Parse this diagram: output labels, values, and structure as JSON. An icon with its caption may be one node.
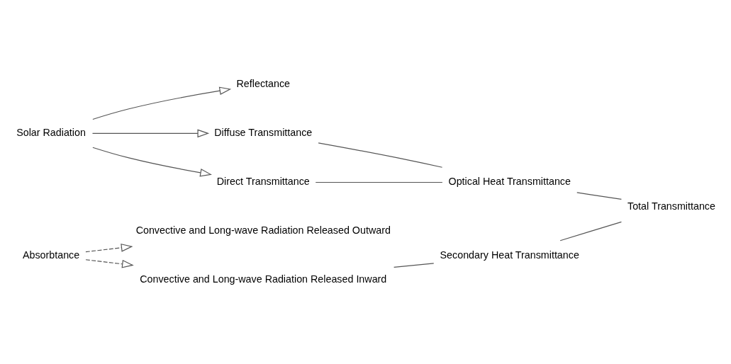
{
  "diagram": {
    "nodes": [
      {
        "text": [
          "Solar Radiation"
        ]
      },
      {
        "text": [
          "Reflectance"
        ]
      },
      {
        "text": [
          "Diffuse Transmittance"
        ]
      },
      {
        "text": [
          "Direct Transmittance"
        ]
      },
      {
        "text": [
          "Absorbtance"
        ]
      },
      {
        "text": [
          "Convective and Long-wave Radiation Released Outward"
        ]
      },
      {
        "text": [
          "Convective and Long-wave Radiation Released Inward"
        ]
      },
      {
        "text": [
          "Optical Heat Transmittance"
        ]
      },
      {
        "text": [
          "Secondary Heat Transmittance"
        ]
      },
      {
        "text": [
          "Total Transmittance"
        ]
      }
    ],
    "edges": [
      {
        "from": 0,
        "to": 1,
        "arrow": "to"
      },
      {
        "from": 0,
        "to": 2,
        "arrow": "to"
      },
      {
        "from": 0,
        "to": 3,
        "arrow": "to"
      },
      {
        "from": 4,
        "to": 5,
        "arrow": "to",
        "style": "dashed"
      },
      {
        "from": 4,
        "to": 6,
        "arrow": "to",
        "style": "dashed"
      },
      {
        "from": 2,
        "to": 7,
        "arrow": "none"
      },
      {
        "from": 3,
        "to": 7,
        "arrow": "none"
      },
      {
        "from": 6,
        "to": 8,
        "arrow": "none"
      },
      {
        "from": 7,
        "to": 9,
        "arrow": "none"
      },
      {
        "from": 8,
        "to": 9,
        "arrow": "none"
      }
    ]
  }
}
